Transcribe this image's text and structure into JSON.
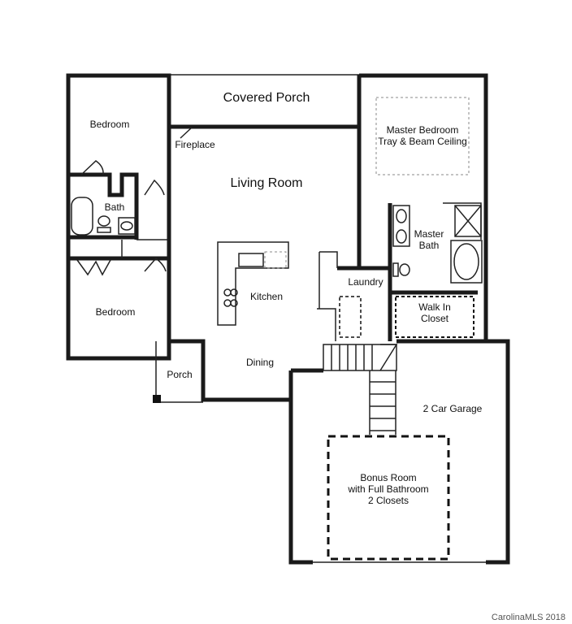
{
  "rooms": {
    "covered_porch": "Covered Porch",
    "bedroom_1": "Bedroom",
    "fireplace": "Fireplace",
    "living_room": "Living Room",
    "master_bedroom_line1": "Master Bedroom",
    "master_bedroom_line2": "Tray & Beam Ceiling",
    "bath": "Bath",
    "master_bath_line1": "Master",
    "master_bath_line2": "Bath",
    "kitchen": "Kitchen",
    "laundry": "Laundry",
    "bedroom_2": "Bedroom",
    "walk_in_closet_line1": "Walk In",
    "walk_in_closet_line2": "Closet",
    "porch": "Porch",
    "dining": "Dining",
    "garage": "2 Car Garage",
    "bonus_line1": "Bonus Room",
    "bonus_line2": "with Full Bathroom",
    "bonus_line3": "2 Closets"
  },
  "watermark": "CarolinaMLS 2018"
}
